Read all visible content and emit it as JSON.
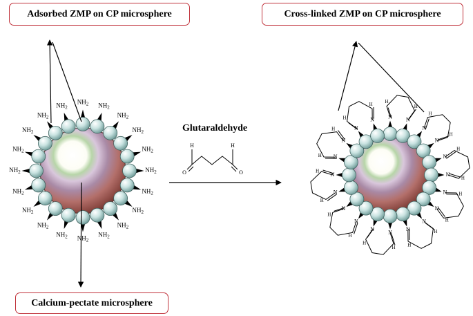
{
  "labels": {
    "adsorbed": "Adsorbed ZMP on CP microsphere",
    "crosslinked": "Cross-linked ZMP on CP microsphere",
    "core": "Calcium-pectate microsphere",
    "reagent": "Glutaraldehyde"
  },
  "chem": {
    "amine": "NH2",
    "nitrogen": "N",
    "hydrogen": "H",
    "oxygen": "O"
  },
  "colors": {
    "label_border": "#c0313a",
    "bead": "#a9cfcc",
    "core_dark": "#5e2c28"
  }
}
